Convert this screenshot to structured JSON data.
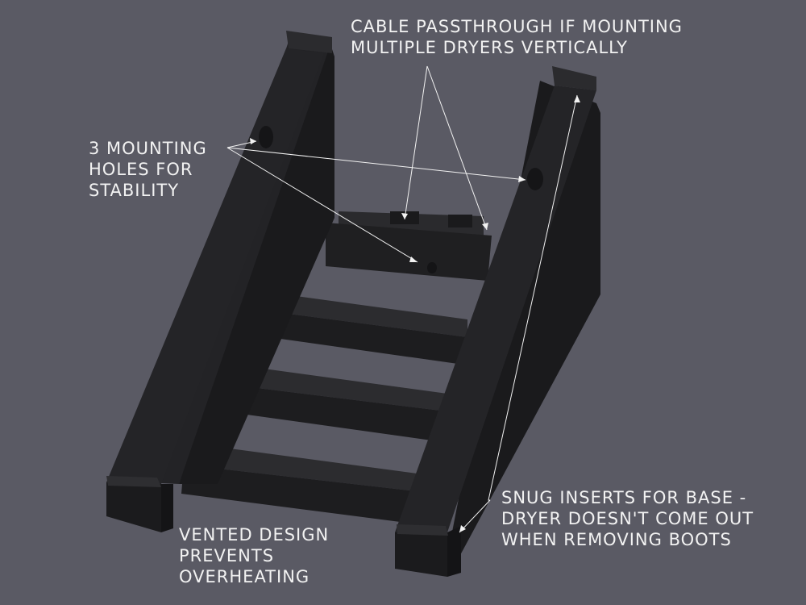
{
  "background_color": "#5a5a64",
  "object_color": "#1c1c1e",
  "annotation_color": "#f2f2f2",
  "callouts": {
    "cable": {
      "lines": [
        "CABLE PASSTHROUGH IF MOUNTING",
        "MULTIPLE DRYERS VERTICALLY"
      ]
    },
    "mounting": {
      "lines": [
        "3 MOUNTING",
        "HOLES FOR",
        "STABILITY"
      ]
    },
    "vented": {
      "lines": [
        "VENTED DESIGN",
        "PREVENTS",
        "OVERHEATING"
      ]
    },
    "snug": {
      "lines": [
        "SNUG INSERTS FOR BASE -",
        "DRYER DOESN'T COME OUT",
        "WHEN REMOVING BOOTS"
      ]
    }
  }
}
